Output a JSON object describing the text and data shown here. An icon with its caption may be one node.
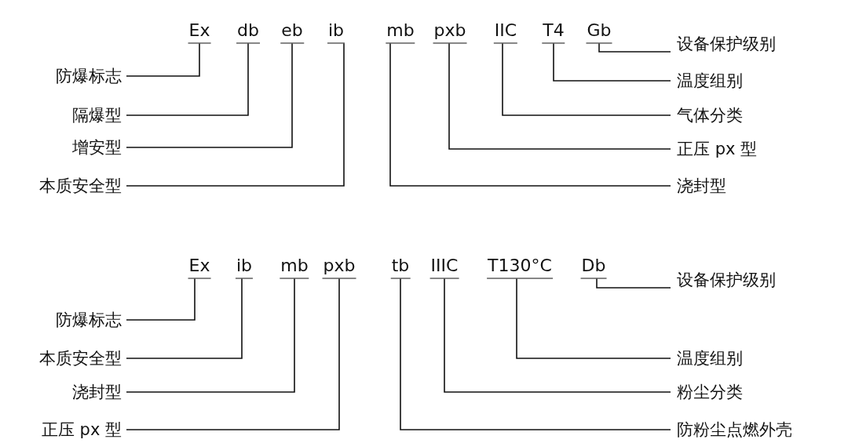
{
  "diagram": {
    "nodes": [
      {
        "text": [
          "Ex"
        ]
      },
      {
        "text": [
          "db"
        ]
      },
      {
        "text": [
          "eb"
        ]
      },
      {
        "text": [
          "ib"
        ]
      },
      {
        "text": [
          "mb"
        ]
      },
      {
        "text": [
          "pxb"
        ]
      },
      {
        "text": [
          "IIC"
        ]
      },
      {
        "text": [
          "T4"
        ]
      },
      {
        "text": [
          "Gb"
        ]
      },
      {
        "text": [
          "设备保护级别"
        ]
      },
      {
        "text": [
          "防爆标志"
        ]
      },
      {
        "text": [
          "温度组别"
        ]
      },
      {
        "text": [
          "隔爆型"
        ]
      },
      {
        "text": [
          "气体分类"
        ]
      },
      {
        "text": [
          "增安型"
        ]
      },
      {
        "text": [
          "正压 px 型"
        ]
      },
      {
        "text": [
          "本质安全型"
        ]
      },
      {
        "text": [
          "浇封型"
        ]
      },
      {
        "text": [
          "Ex"
        ]
      },
      {
        "text": [
          "ib"
        ]
      },
      {
        "text": [
          "mb"
        ]
      },
      {
        "text": [
          "pxb"
        ]
      },
      {
        "text": [
          "tb"
        ]
      },
      {
        "text": [
          "IIIC"
        ]
      },
      {
        "text": [
          "T130°C"
        ]
      },
      {
        "text": [
          "Db"
        ]
      },
      {
        "text": [
          "设备保护级别"
        ]
      },
      {
        "text": [
          "防爆标志"
        ]
      },
      {
        "text": [
          "本质安全型"
        ]
      },
      {
        "text": [
          "温度组别"
        ]
      },
      {
        "text": [
          "浇封型"
        ]
      },
      {
        "text": [
          "粉尘分类"
        ]
      },
      {
        "text": [
          "正压 px 型"
        ]
      },
      {
        "text": [
          "防粉尘点燃外壳"
        ]
      }
    ],
    "edges": [
      {
        "from": 9,
        "to": 8,
        "arrow": "none"
      },
      {
        "from": 10,
        "to": 0,
        "arrow": "none"
      },
      {
        "from": 11,
        "to": 7,
        "arrow": "none"
      },
      {
        "from": 12,
        "to": 1,
        "arrow": "none"
      },
      {
        "from": 13,
        "to": 6,
        "arrow": "none"
      },
      {
        "from": 14,
        "to": 2,
        "arrow": "none"
      },
      {
        "from": 15,
        "to": 5,
        "arrow": "none"
      },
      {
        "from": 16,
        "to": 3,
        "arrow": "none"
      },
      {
        "from": 17,
        "to": 4,
        "arrow": "none"
      },
      {
        "from": 26,
        "to": 25,
        "arrow": "none"
      },
      {
        "from": 27,
        "to": 18,
        "arrow": "none"
      },
      {
        "from": 28,
        "to": 19,
        "arrow": "none"
      },
      {
        "from": 29,
        "to": 24,
        "arrow": "none"
      },
      {
        "from": 30,
        "to": 20,
        "arrow": "none"
      },
      {
        "from": 31,
        "to": 23,
        "arrow": "none"
      },
      {
        "from": 32,
        "to": 21,
        "arrow": "none"
      },
      {
        "from": 33,
        "to": 22,
        "arrow": "none"
      }
    ]
  }
}
